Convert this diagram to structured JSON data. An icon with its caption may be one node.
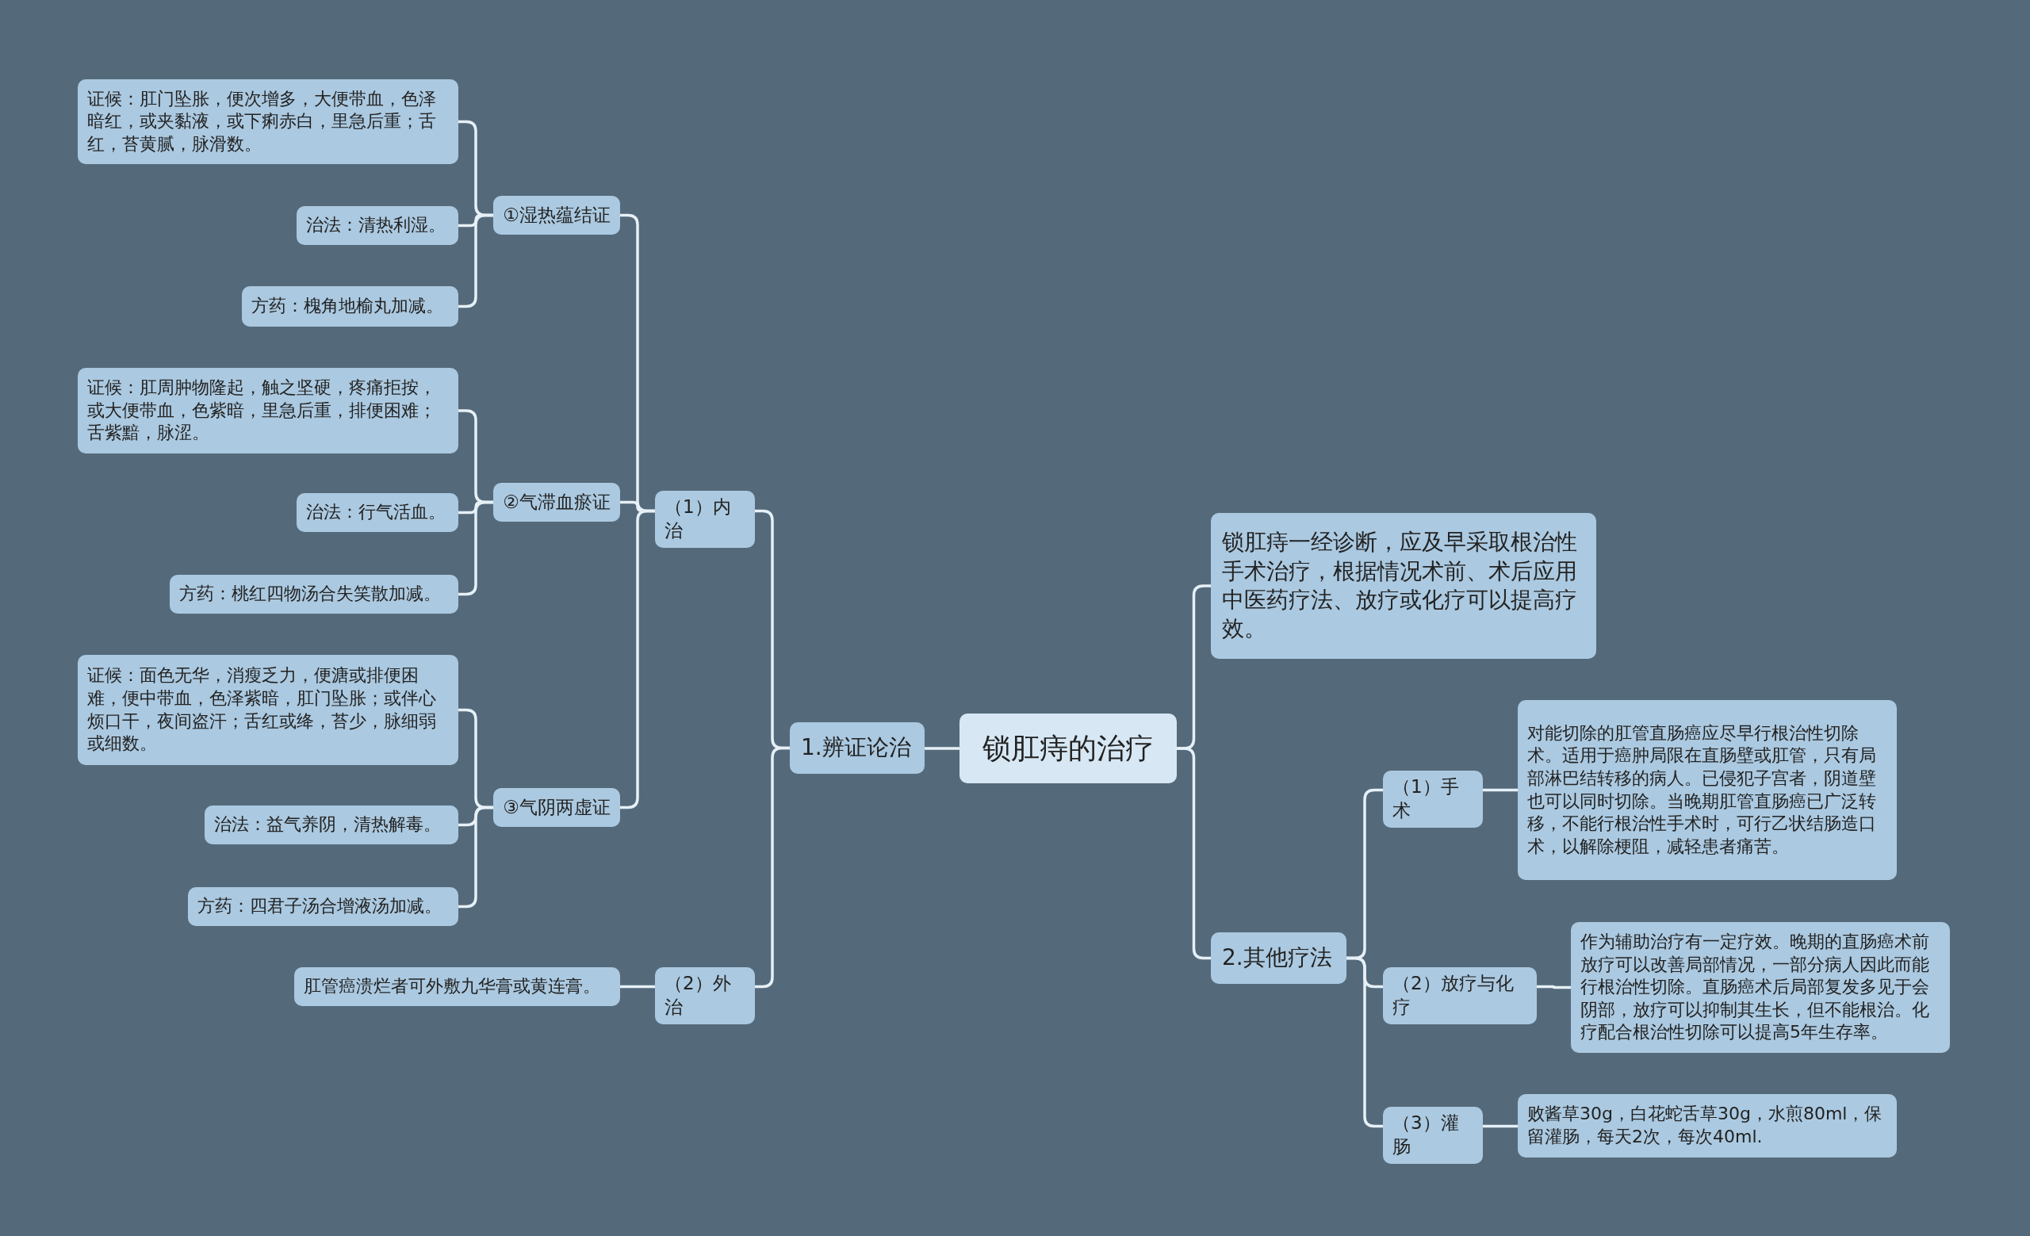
{
  "diagram": {
    "nodes": [
      {
        "text": [
          "锁肛痔的治疗"
        ]
      },
      {
        "text": [
          "1.辨证论治"
        ]
      },
      {
        "text": [
          "（1）内治"
        ]
      },
      {
        "text": [
          "①湿热蕴结证"
        ]
      },
      {
        "text": [
          "证候：肛门坠胀，便次增多，大便带血，色泽暗红，或夹黏液，或下痢赤白，里急后重；舌红，苔黄腻，脉滑数。"
        ]
      },
      {
        "text": [
          "治法：清热利湿。"
        ]
      },
      {
        "text": [
          "方药：槐角地榆丸加减。"
        ]
      },
      {
        "text": [
          "②气滞血瘀证"
        ]
      },
      {
        "text": [
          "证候：肛周肿物隆起，触之坚硬，疼痛拒按，或大便带血，色紫暗，里急后重，排便困难；舌紫黯，脉涩。"
        ]
      },
      {
        "text": [
          "治法：行气活血。"
        ]
      },
      {
        "text": [
          "方药：桃红四物汤合失笑散加减。"
        ]
      },
      {
        "text": [
          "③气阴两虚证"
        ]
      },
      {
        "text": [
          "证候：面色无华，消瘦乏力，便溏或排便困难，便中带血，色泽紫暗，肛门坠胀；或伴心烦口干，夜间盗汗；舌红或绛，苔少，脉细弱或细数。"
        ]
      },
      {
        "text": [
          "治法：益气养阴，清热解毒。"
        ]
      },
      {
        "text": [
          "方药：四君子汤合增液汤加减。"
        ]
      },
      {
        "text": [
          "（2）外治"
        ]
      },
      {
        "text": [
          "肛管癌溃烂者可外敷九华膏或黄连膏。"
        ]
      },
      {
        "text": [
          "锁肛痔一经诊断，应及早采取根治性手术治疗，根据情况术前、术后应用中医药疗法、放疗或化疗可以提高疗效。"
        ]
      },
      {
        "text": [
          "2.其他疗法"
        ]
      },
      {
        "text": [
          "（1）手术"
        ]
      },
      {
        "text": [
          "对能切除的肛管直肠癌应尽早行根治性切除术。适用于癌肿局限在直肠壁或肛管，只有局部淋巴结转移的病人。已侵犯子宫者，阴道壁也可以同时切除。当晚期肛管直肠癌已广泛转移，不能行根治性手术时，可行乙状结肠造口术，以解除梗阻，减轻患者痛苦。"
        ]
      },
      {
        "text": [
          "（2）放疗与化疗"
        ]
      },
      {
        "text": [
          "作为辅助治疗有一定疗效。晚期的直肠癌术前放疗可以改善局部情况，一部分病人因此而能行根治性切除。直肠癌术后局部复发多见于会阴部，放疗可以抑制其生长，但不能根治。化疗配合根治性切除可以提高5年生存率。"
        ]
      },
      {
        "text": [
          "（3）灌肠"
        ]
      },
      {
        "text": [
          "败酱草30g，白花蛇舌草30g，水煎80ml，保留灌肠，每天2次，每次40ml."
        ]
      }
    ],
    "edges": [
      {
        "from": 0,
        "to": 1,
        "arrow": "none"
      },
      {
        "from": 0,
        "to": 17,
        "arrow": "none"
      },
      {
        "from": 0,
        "to": 18,
        "arrow": "none"
      },
      {
        "from": 1,
        "to": 2,
        "arrow": "none"
      },
      {
        "from": 1,
        "to": 15,
        "arrow": "none"
      },
      {
        "from": 2,
        "to": 3,
        "arrow": "none"
      },
      {
        "from": 2,
        "to": 7,
        "arrow": "none"
      },
      {
        "from": 2,
        "to": 11,
        "arrow": "none"
      },
      {
        "from": 3,
        "to": 4,
        "arrow": "none"
      },
      {
        "from": 3,
        "to": 5,
        "arrow": "none"
      },
      {
        "from": 3,
        "to": 6,
        "arrow": "none"
      },
      {
        "from": 7,
        "to": 8,
        "arrow": "none"
      },
      {
        "from": 7,
        "to": 9,
        "arrow": "none"
      },
      {
        "from": 7,
        "to": 10,
        "arrow": "none"
      },
      {
        "from": 11,
        "to": 12,
        "arrow": "none"
      },
      {
        "from": 11,
        "to": 13,
        "arrow": "none"
      },
      {
        "from": 11,
        "to": 14,
        "arrow": "none"
      },
      {
        "from": 15,
        "to": 16,
        "arrow": "none"
      },
      {
        "from": 18,
        "to": 19,
        "arrow": "none"
      },
      {
        "from": 18,
        "to": 21,
        "arrow": "none"
      },
      {
        "from": 18,
        "to": 23,
        "arrow": "none"
      },
      {
        "from": 19,
        "to": 20,
        "arrow": "none"
      },
      {
        "from": 21,
        "to": 22,
        "arrow": "none"
      },
      {
        "from": 23,
        "to": 24,
        "arrow": "none"
      }
    ]
  }
}
